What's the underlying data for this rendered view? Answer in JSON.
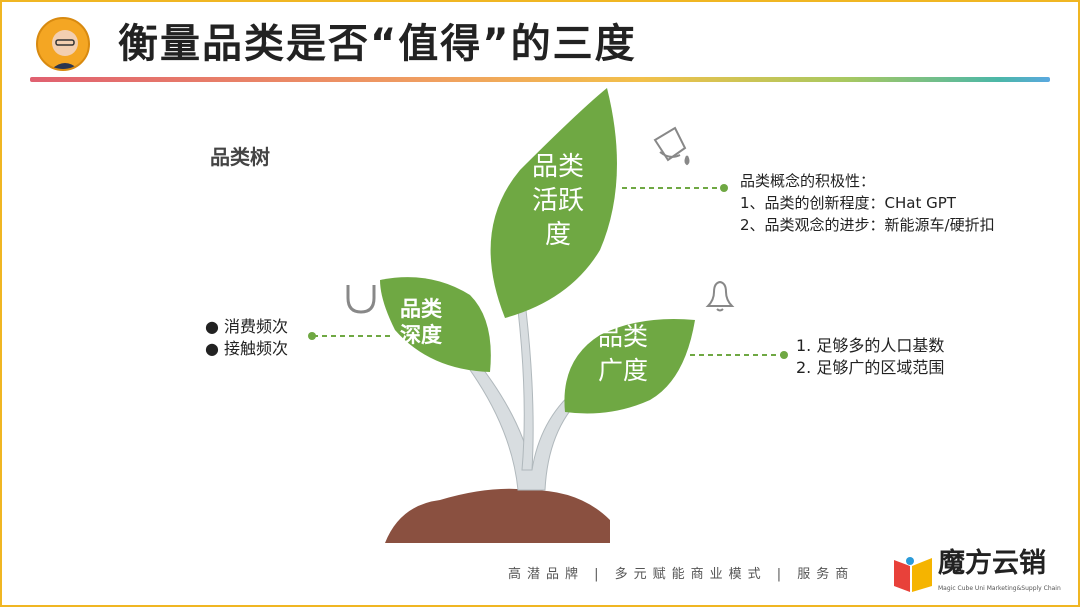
{
  "header": {
    "title": "衡量品类是否“值得”的三度"
  },
  "tree_label": "品类树",
  "leaves": {
    "activity": [
      "品类",
      "活跃",
      "度"
    ],
    "depth": [
      "品类",
      "深度"
    ],
    "breadth": [
      "品类",
      "广度"
    ]
  },
  "activity_notes": {
    "heading": "品类概念的积极性：",
    "items": [
      "1、品类的创新程度：CHat GPT",
      "2、品类观念的进步：新能源车/硬折扣"
    ]
  },
  "depth_notes": [
    "消费频次",
    "接触频次"
  ],
  "breadth_notes": [
    "1.  足够多的人口基数",
    "2.  足够广的区域范围"
  ],
  "footer": {
    "slogan": "高潜品牌 | 多元赋能商业模式 | 服务商",
    "brand": "魔方云销",
    "brand_sub": "Magic Cube Uni Marketing&Supply Chain"
  },
  "colors": {
    "leaf": "#6fa843",
    "soil": "#8a5040",
    "frame": "#f0b623",
    "accent": "#6fa843"
  }
}
